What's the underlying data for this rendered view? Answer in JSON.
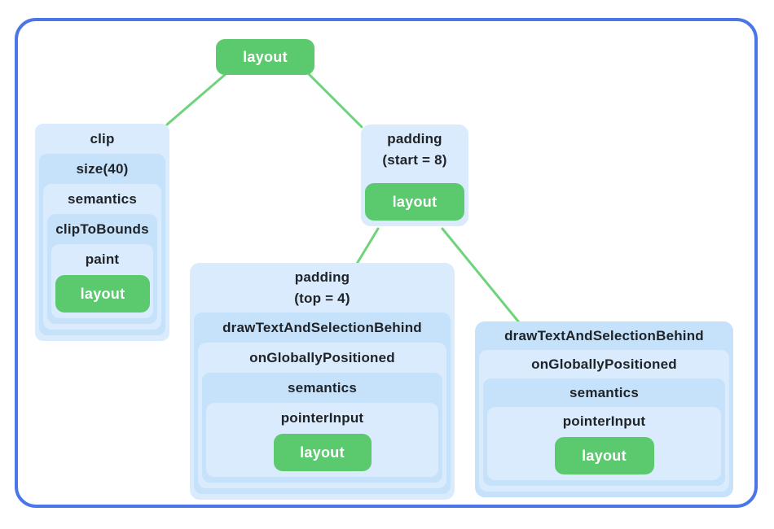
{
  "colors": {
    "frame-border": "#4A76E8",
    "node-green": "#5BCA6E",
    "edge-green": "#6FD37D",
    "shade-a": "#D9EBFC",
    "shade-b": "#C5E2FA",
    "text-dark": "#1F2328",
    "text-light": "#FFFFFF",
    "background": "#FFFFFF"
  },
  "diagram": {
    "root": {
      "label": "layout"
    },
    "clip_chain": {
      "levels": [
        {
          "label": "clip"
        },
        {
          "label": "size(40)"
        },
        {
          "label": "semantics"
        },
        {
          "label": "clipToBounds"
        },
        {
          "label": "paint"
        }
      ],
      "leaf": {
        "label": "layout"
      }
    },
    "padding_start_chain": {
      "label_line1": "padding",
      "label_line2": "(start = 8)",
      "leaf": {
        "label": "layout"
      }
    },
    "padding_top_chain": {
      "label_line1": "padding",
      "label_line2": "(top = 4)",
      "levels": [
        {
          "label": "drawTextAndSelectionBehind"
        },
        {
          "label": "onGloballyPositioned"
        },
        {
          "label": "semantics"
        },
        {
          "label": "pointerInput"
        }
      ],
      "leaf": {
        "label": "layout"
      }
    },
    "drawtext_chain": {
      "levels": [
        {
          "label": "drawTextAndSelectionBehind"
        },
        {
          "label": "onGloballyPositioned"
        },
        {
          "label": "semantics"
        },
        {
          "label": "pointerInput"
        }
      ],
      "leaf": {
        "label": "layout"
      }
    }
  }
}
